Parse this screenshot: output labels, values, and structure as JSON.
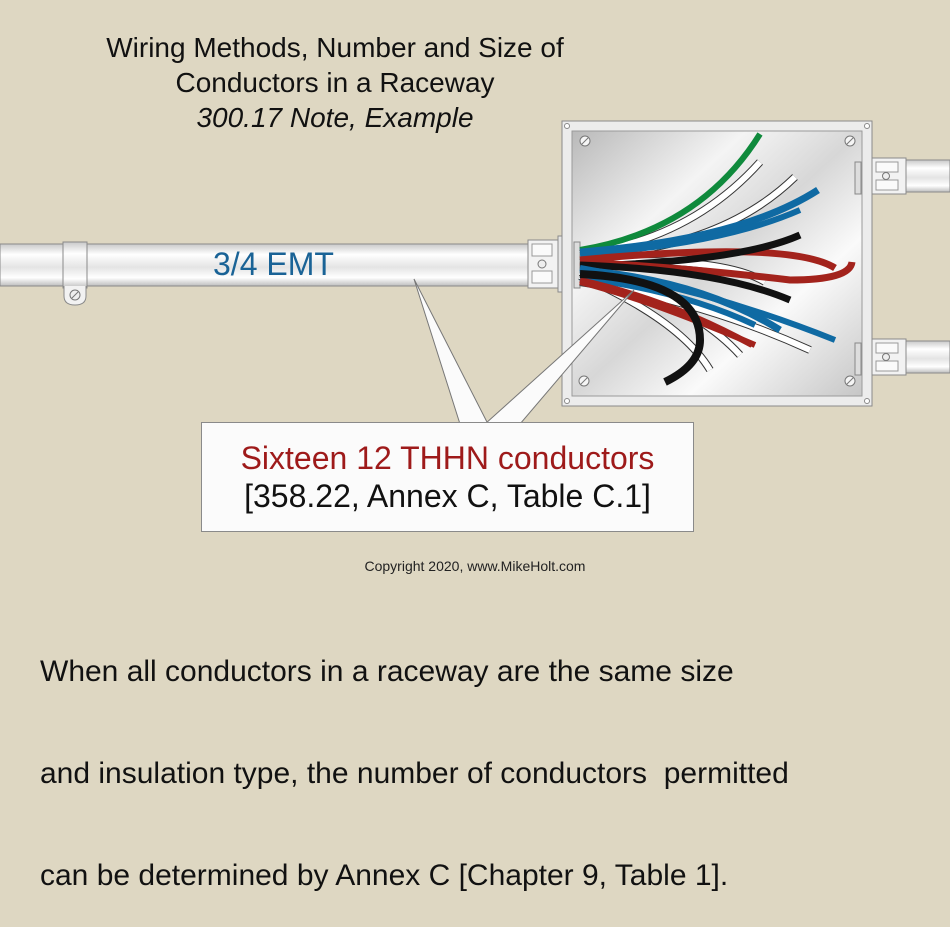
{
  "title": {
    "line1": "Wiring Methods, Number and Size of",
    "line2": "Conductors in a Raceway",
    "line3": "300.17 Note, Example"
  },
  "raceway": {
    "label": "3/4 EMT"
  },
  "callout": {
    "line1": "Sixteen 12 THHN conductors",
    "line2": "[358.22, Annex C, Table C.1]"
  },
  "copyright": "Copyright 2020, www.MikeHolt.com",
  "body_text": {
    "line1": "When all conductors in a raceway are the same size",
    "line2": "and insulation type, the number of conductors  permitted",
    "line3": "can be determined by Annex C [Chapter 9, Table 1]."
  },
  "colors": {
    "background": "#ded7c2",
    "emt_label": "#1a6396",
    "callout_highlight": "#9e1a1a",
    "wire_green": "#0f8a3c",
    "wire_blue": "#0f6aa3",
    "wire_red": "#a3231c",
    "wire_black": "#111111",
    "wire_white": "#ffffff"
  },
  "conductors": {
    "count": 16,
    "size": "12",
    "insulation": "THHN",
    "colors_shown": [
      "green",
      "white",
      "blue",
      "red",
      "black"
    ]
  }
}
